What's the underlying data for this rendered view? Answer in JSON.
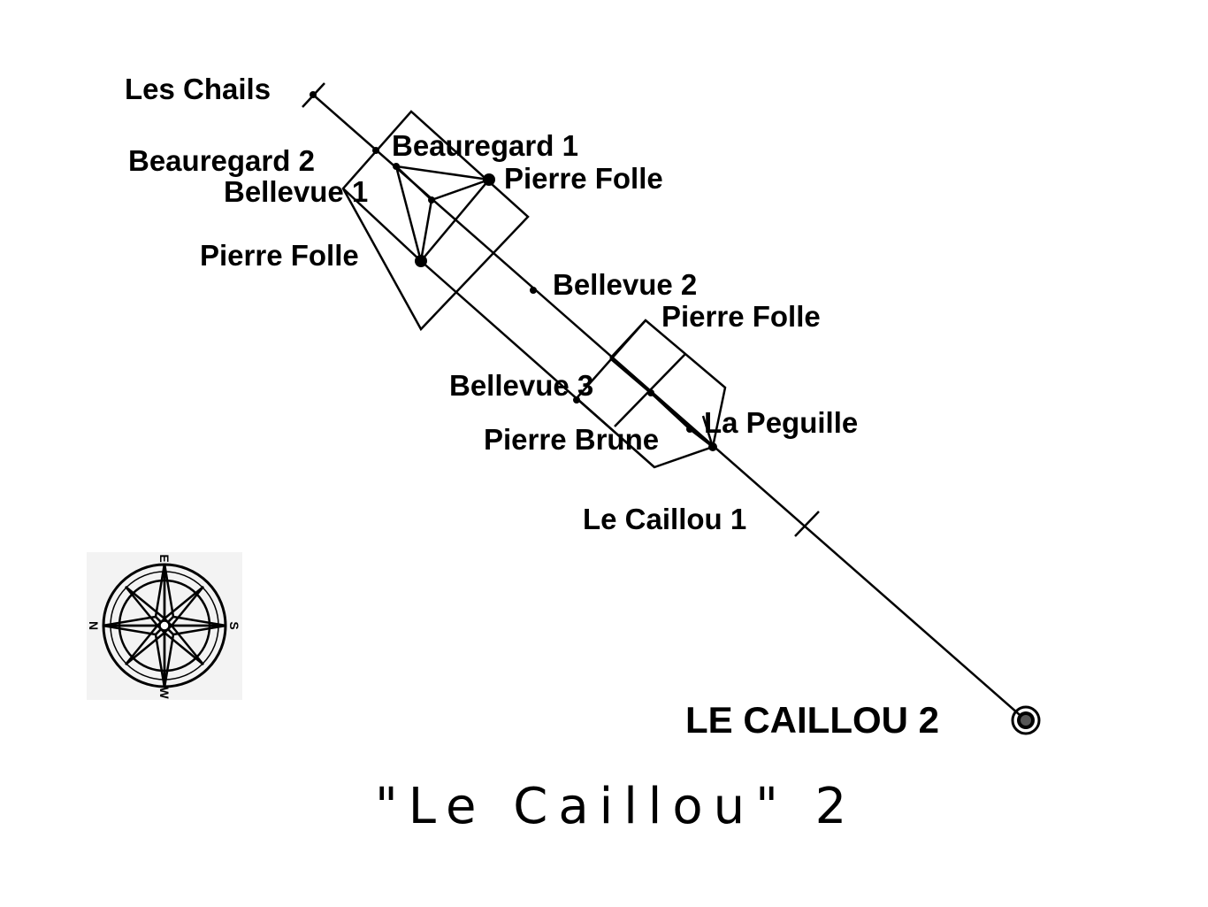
{
  "labels": {
    "les_chails": "Les Chails",
    "beauregard_2": "Beauregard 2",
    "beauregard_1": "Beauregard 1",
    "bellevue_1": "Bellevue 1",
    "pierre_folle_top": "Pierre Folle",
    "pierre_folle_left": "Pierre Folle",
    "bellevue_2": "Bellevue 2",
    "pierre_folle_mid": "Pierre Folle",
    "bellevue_3": "Bellevue 3",
    "la_peguille": "La Peguille",
    "pierre_brune": "Pierre Brune",
    "le_caillou_1": "Le Caillou 1",
    "le_caillou_2": "LE CAILLOU 2"
  },
  "caption": "\"Le Caillou\" 2",
  "compass": {
    "top": "E",
    "right": "S",
    "bottom": "W",
    "left": "N"
  },
  "icons": {
    "compass": "compass-rose-icon",
    "target": "target-marker-icon"
  },
  "colors": {
    "ink": "#000000",
    "background": "#ffffff",
    "compass_bg": "#f3f3f3"
  }
}
